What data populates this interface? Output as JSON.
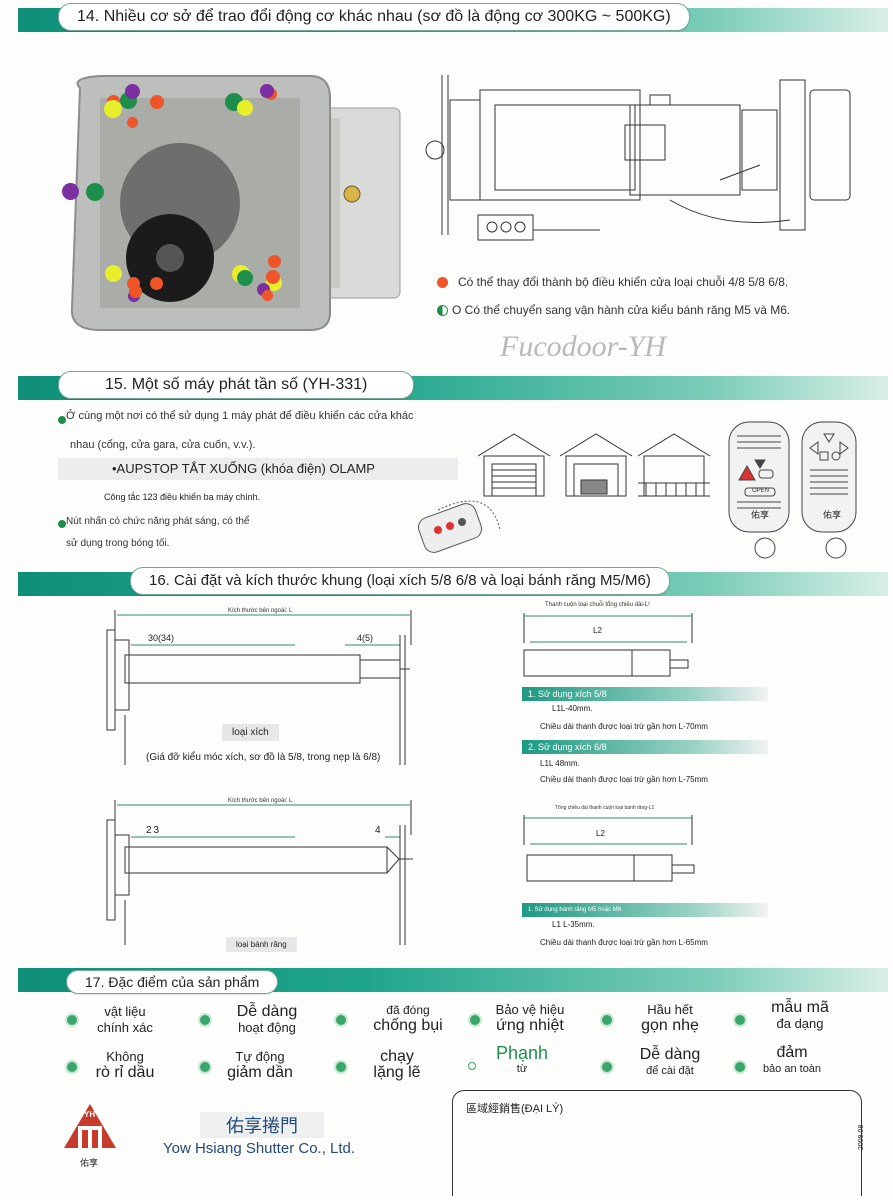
{
  "sec14": {
    "title": "14. Nhiều cơ sở để trao đổi động cơ khác nhau (sơ đồ là động cơ 300KG ~ 500KG)",
    "note1": "Có thể thay đổi thành bộ điều khiển cửa loại chuỗi 4/8 5/8 6/8.",
    "note2": "O Có thể chuyển sang vận hành cửa kiểu bánh răng M5 và M6.",
    "watermark": "Fucodoor-YH",
    "colors": {
      "orange": "#f0552a",
      "green": "#1e8f4a",
      "purple": "#7b2fa0",
      "yellow": "#e8ef2a"
    }
  },
  "sec15": {
    "title": "15. Một số máy phát tần số (YH-331)",
    "line1": "Ở cùng một nơi có thể sử dụng 1 máy phát để điều khiển các cửa khác",
    "line2": "nhau (cổng, cửa gara, cửa cuốn, v.v.).",
    "line3": "•AUPSTOP TẮT XUỐNG (khóa điện) OLAMP",
    "line4": "Công tắc 123 điều khiển ba máy chính.",
    "line5": "Nút nhấn có chức năng phát sáng, có thể",
    "line6": "sử dụng trong bóng tối.",
    "remote_label": "佑享",
    "remote_label2": "佑享",
    "open_label": "OPEN"
  },
  "sec16": {
    "title": "16. Cài đặt và kích thước khung (loại xích 5/8 6/8 và loại bánh răng M5/M6)",
    "d1_top": "Kích thước bên ngoài: L",
    "d1_left": "30(34)",
    "d1_right": "4(5)",
    "d1_tag": "loại xích",
    "d1_caption": "(Giá đỡ kiểu móc xích, sơ đồ là 5/8, trong nẹp là 6/8)",
    "d2_top": "Kích thước bên ngoài: L",
    "d2_left": "23",
    "d2_right": "4",
    "d2_tag": "loại bánh răng",
    "r1_top": "Thanh cuộn loại chuỗi tổng chiều dài-L!",
    "r1_l2": "L2",
    "s1_title": "1. Sử dụng xích 5/8",
    "s1_a": "L1L-40mm.",
    "s1_b": "Chiều dài thanh được loại trừ gần hơn L-70mm",
    "s2_title": "2. Sử dụng xích 6/8",
    "s2_a": "L1L 48mm.",
    "s2_b": "Chiều dài thanh được loại trừ gần hơn L-75mm",
    "r2_top": "Tổng chiều dài thanh cuộn loại bánh răng-L1",
    "r2_l2": "L2",
    "s3_title": "1. Sử dụng bánh răng M5 hoặc M6",
    "s3_a": "L1 L-35mm.",
    "s3_b": "Chiều dài thanh được loại trừ gần hơn L-65mm"
  },
  "sec17": {
    "title": "17. Đặc điểm của sản phẩm",
    "features": [
      {
        "a": "vật liệu",
        "b": "chính xác"
      },
      {
        "a": "Dễ dàng",
        "b": "hoạt động"
      },
      {
        "a": "đã đóng",
        "b": "chống bụi"
      },
      {
        "a": "Bảo vệ hiệu",
        "b": "ứng nhiệt"
      },
      {
        "a": "Hầu hết",
        "b": "gọn nhẹ"
      },
      {
        "a": "mẫu mã",
        "b": "đa dạng"
      },
      {
        "a": "Không",
        "b": "rò rỉ dầu"
      },
      {
        "a": "Tự động",
        "b": "giảm dần"
      },
      {
        "a": "chạy",
        "b": "lặng lẽ"
      },
      {
        "a": "Phạnh",
        "b": "từ"
      },
      {
        "a": "Dễ dàng",
        "b": "để cài đặt"
      },
      {
        "a": "đảm",
        "b": "bảo an toàn"
      }
    ]
  },
  "footer": {
    "logo_text": "YH",
    "logo_sub": "佑享",
    "company_cn": "佑享捲門",
    "company_en": "Yow Hsiang Shutter Co., Ltd.",
    "dealer": "區域經銷售(ĐẠI LÝ)",
    "date": "2009.08"
  }
}
